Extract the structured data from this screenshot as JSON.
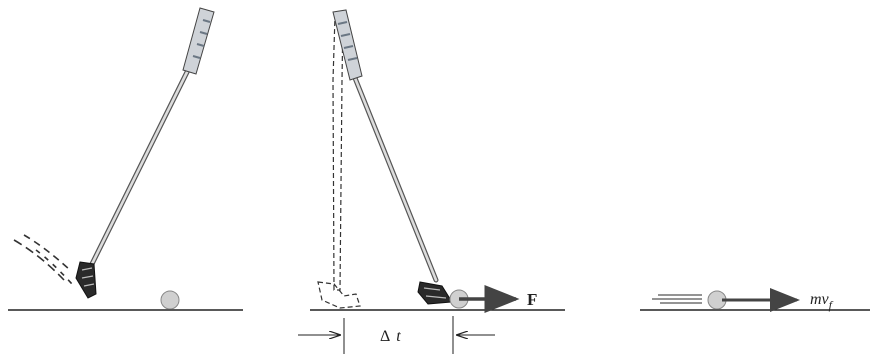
{
  "labels": {
    "force": "F",
    "delta_t_symbol": "Δ",
    "delta_t_var": "t",
    "momentum_m": "mv",
    "momentum_sub": "f"
  },
  "colors": {
    "line": "#222222",
    "shaft": "#d4d4d4",
    "shaft_edge": "#555555",
    "grip": "#9aa3ad",
    "ball": "#d0d0d0",
    "arrow": "#444444"
  }
}
